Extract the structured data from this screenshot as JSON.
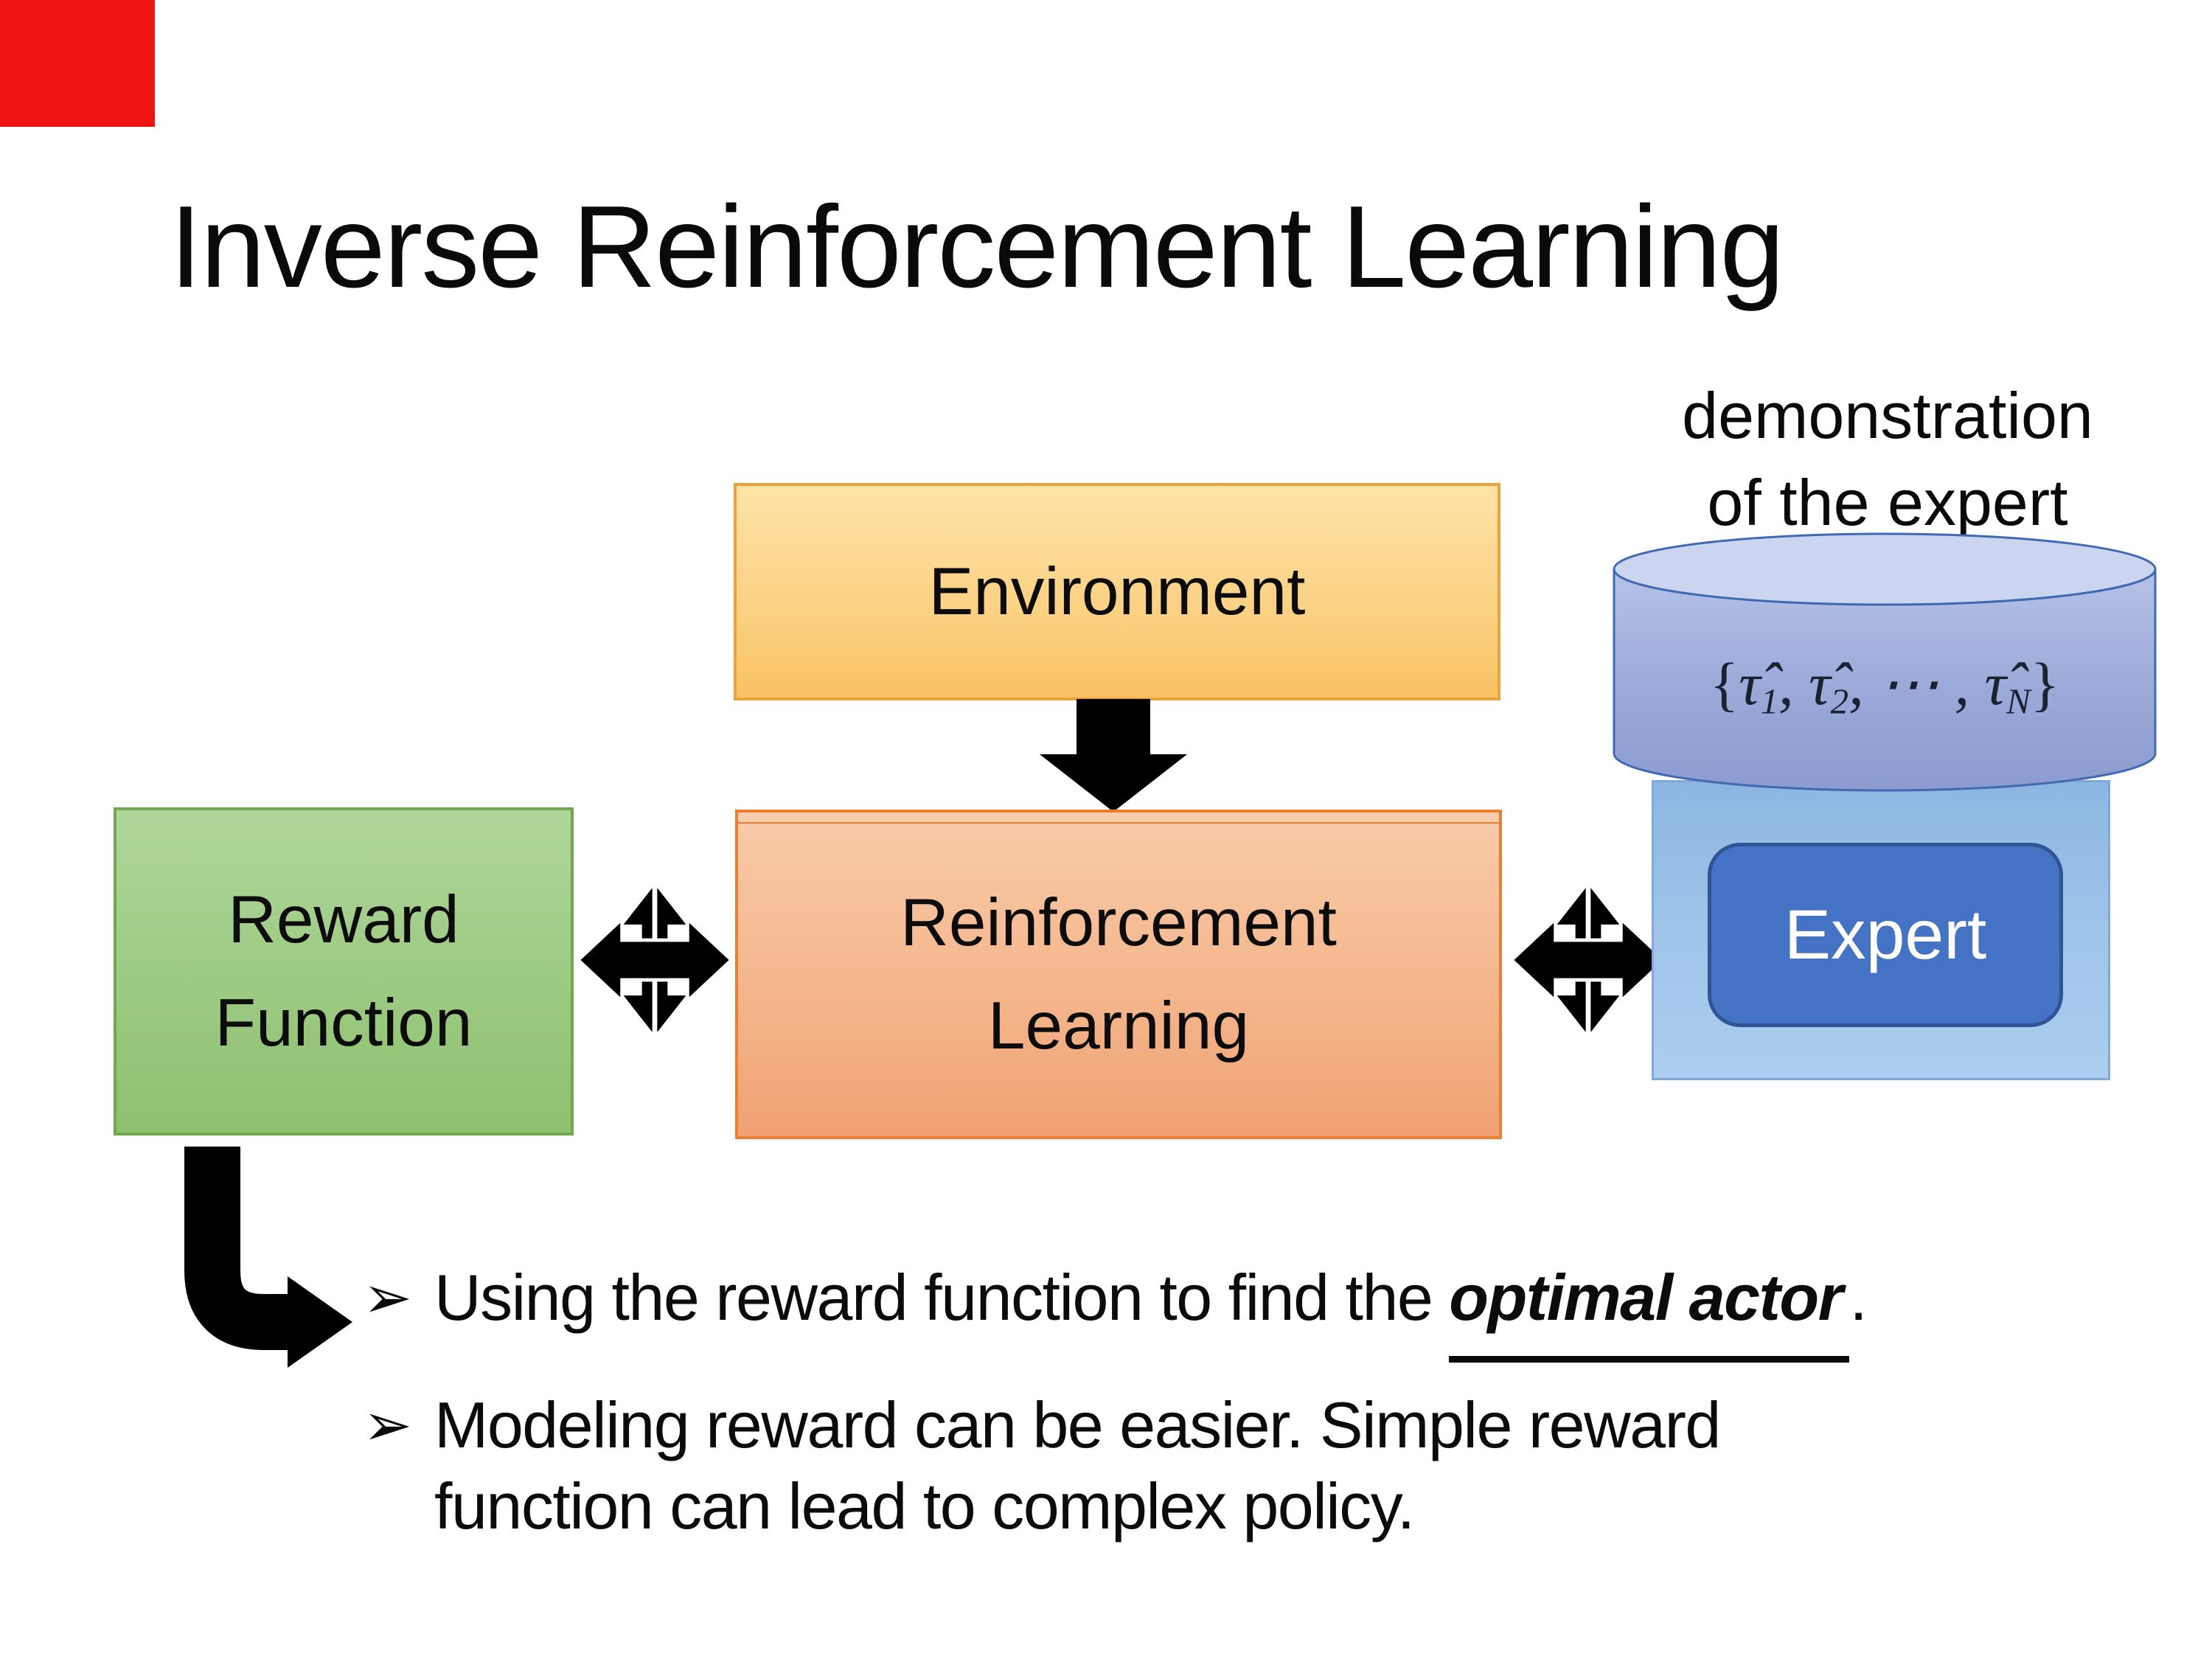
{
  "slide": {
    "title": "Inverse Reinforcement Learning"
  },
  "annotation": {
    "line1": "demonstration",
    "line2": "of the expert"
  },
  "boxes": {
    "environment": {
      "label": "Environment"
    },
    "reinforcement_learning": {
      "line1": "Reinforcement",
      "line2": "Learning"
    },
    "reward_function": {
      "line1": "Reward",
      "line2": "Function"
    },
    "expert": {
      "label": "Expert"
    }
  },
  "demonstration_set": {
    "open_brace": "{",
    "tau1": "τ̂",
    "sub1": "1",
    "sep1": ", ",
    "tau2": "τ̂",
    "sub2": "2",
    "sep2": ", ⋯ , ",
    "tauN": "τ̂",
    "subN": "N",
    "close_brace": "}"
  },
  "bullets": {
    "item1": {
      "marker": "➢",
      "pre": "Using the reward function to find the ",
      "emphasis": "optimal actor",
      "post": "."
    },
    "item2": {
      "marker": "➢",
      "line1": "Modeling reward can be easier. Simple reward",
      "line2": "function can lead to complex policy."
    }
  },
  "colors": {
    "red_marker": "#ef1312",
    "environment_fill": "#fbd286",
    "environment_border": "#e8a33b",
    "rl_fill": "#f4b68c",
    "rl_border": "#ed7d31",
    "reward_fill": "#9cca82",
    "reward_border": "#6fa84f",
    "expert_bg_fill": "#9dc3e8",
    "expert_fill": "#4472c4",
    "expert_border": "#2f5597",
    "cylinder_fill": "#9aa9d8",
    "cylinder_border": "#4169b4",
    "arrow_black": "#000000"
  }
}
